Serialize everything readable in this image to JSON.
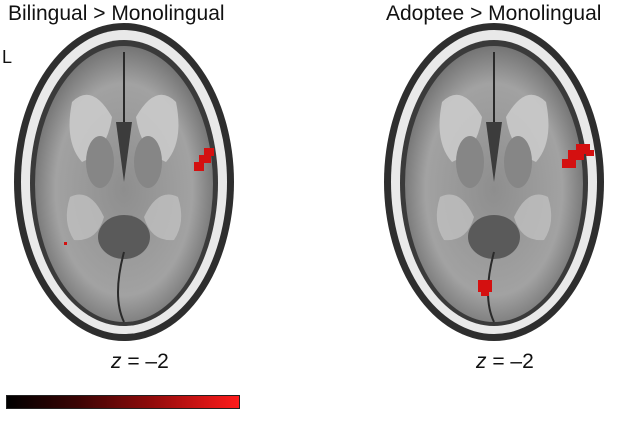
{
  "panels": [
    {
      "title": "Bilingual > Monolingual",
      "slice_label": "z = –2"
    },
    {
      "title": "Adoptee > Monolingual",
      "slice_label": "z = –2"
    }
  ],
  "side_label": "L",
  "colors": {
    "activation": "#d41010",
    "colorbar_start": "#000000",
    "colorbar_end": "#ff1b1b",
    "skull": "#eaeaea",
    "tissue": "#9a9a9a"
  }
}
